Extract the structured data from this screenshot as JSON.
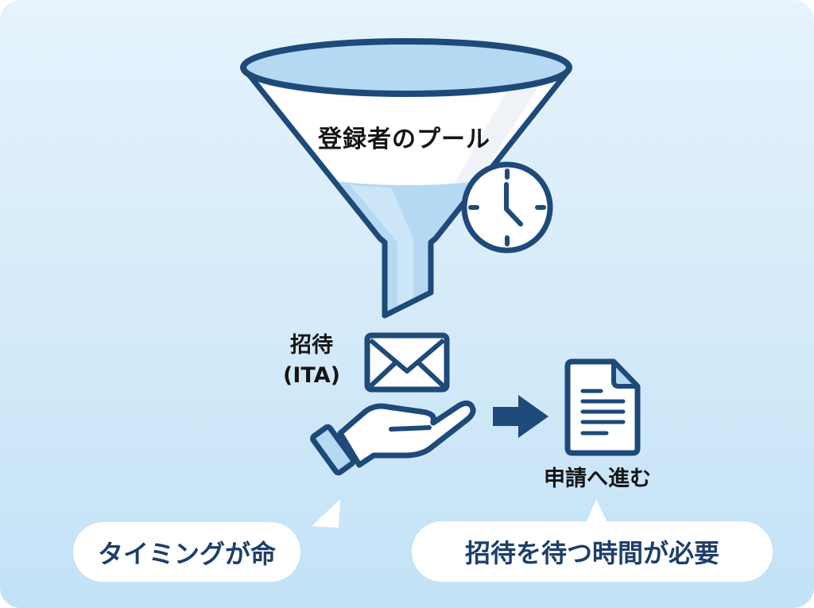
{
  "funnel": {
    "label": "登録者のプール",
    "icon": "funnel-icon"
  },
  "clock": {
    "icon": "clock-icon",
    "time_shown": "4:00"
  },
  "invitation": {
    "label_line1": "招待",
    "label_line2": "(ITA)",
    "envelope_icon": "envelope-icon",
    "hand_icon": "open-hand-icon"
  },
  "arrow": {
    "icon": "right-arrow-icon"
  },
  "application": {
    "label": "申請へ進む",
    "icon": "document-icon"
  },
  "callouts": [
    {
      "text": "タイミングが命"
    },
    {
      "text": "招待を待つ時間が必要"
    }
  ],
  "colors": {
    "outline": "#1e4a7a",
    "fill_light": "#b5d9f2",
    "background_top": "#e6f3fc",
    "background_bottom": "#c3e2f7",
    "callout_text": "#1d3f6b"
  }
}
